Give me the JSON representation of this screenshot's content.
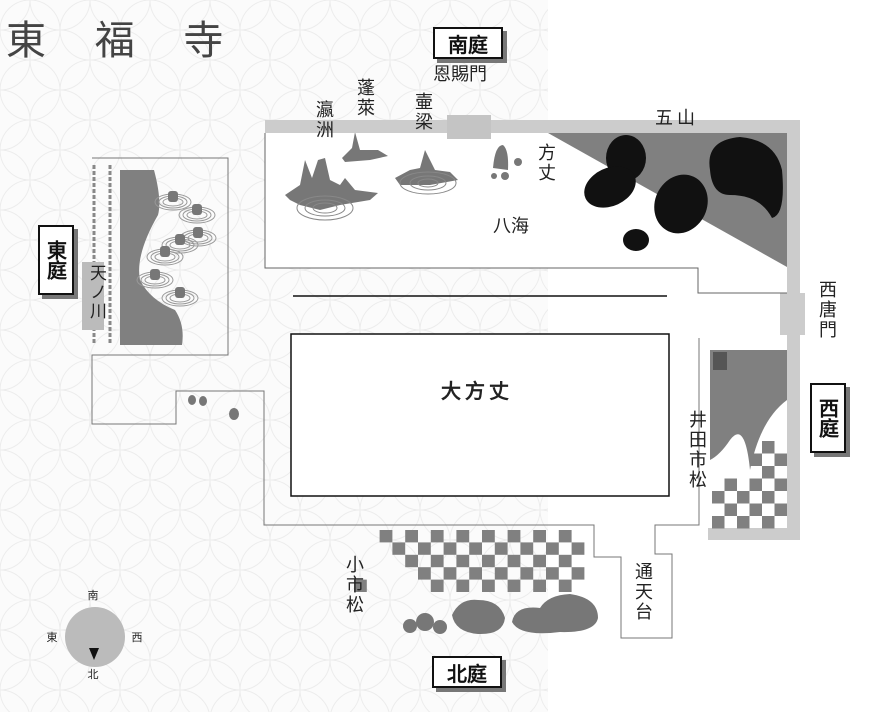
{
  "title": "東 福 寺",
  "gardens": {
    "south": "南庭",
    "east": "東庭",
    "west": "西庭",
    "north": "北庭"
  },
  "labels": {
    "onshi_gate": "恩賜門",
    "eishu": "瀛洲",
    "horai": "蓬萊",
    "koryo": "壷梁",
    "hojo": "方丈",
    "hakkai": "八海",
    "gozan": "五山",
    "saitomon": "西唐門",
    "amanogawa": "天ノ川",
    "daihojo": "大方丈",
    "seiden_ichimatsu": "井田市松",
    "ko_ichimatsu": "小市松",
    "tsutenkyo": "通天台"
  },
  "compass": {
    "south": "南",
    "east": "東",
    "west": "西",
    "north": "北"
  },
  "colors": {
    "wall": "#cccccc",
    "moss": "#808080",
    "rock": "#111111",
    "line": "#666666"
  }
}
